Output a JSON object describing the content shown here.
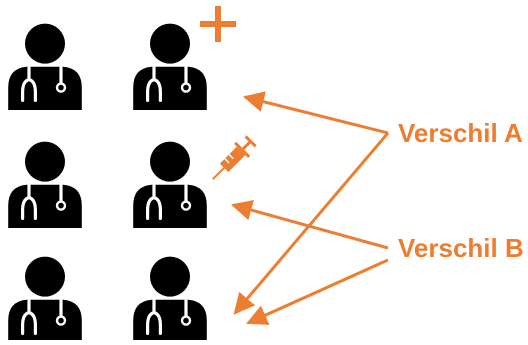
{
  "labels": {
    "a": "Verschil A",
    "b": "Verschil B"
  },
  "figures": [
    {
      "row": 1,
      "col": 1,
      "badge": null
    },
    {
      "row": 1,
      "col": 2,
      "badge": "plus-icon"
    },
    {
      "row": 2,
      "col": 1,
      "badge": null
    },
    {
      "row": 2,
      "col": 2,
      "badge": "syringe-icon"
    },
    {
      "row": 3,
      "col": 1,
      "badge": null
    },
    {
      "row": 3,
      "col": 2,
      "badge": null
    }
  ],
  "arrows": [
    {
      "from": "a",
      "to_row": 1
    },
    {
      "from": "a",
      "to_row": 3
    },
    {
      "from": "b",
      "to_row": 2
    },
    {
      "from": "b",
      "to_row": 3
    }
  ],
  "colors": {
    "figure": "#000000",
    "accent": "#ed7d31"
  }
}
